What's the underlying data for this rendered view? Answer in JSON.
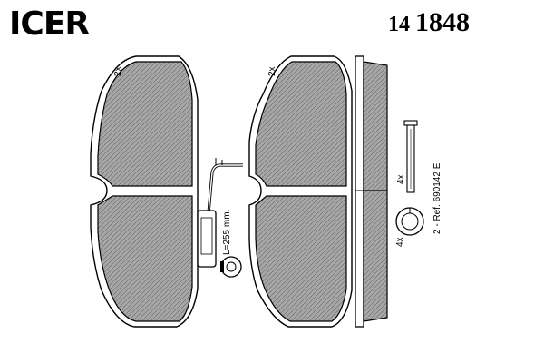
{
  "brand": {
    "logo_text": "ICER"
  },
  "part": {
    "series": "14",
    "number": "1848"
  },
  "annotations": {
    "left_pad_qty": "2x",
    "right_pad_qty": "2x",
    "sensor_cable_length": "L=255 mm.",
    "pin_qty": "4x",
    "clip_qty": "4x",
    "sensor_ref": "2 - Ref. 690142 E"
  },
  "colors": {
    "pad_fill": "#a7a7a7",
    "line": "#000000",
    "background": "#ffffff"
  }
}
